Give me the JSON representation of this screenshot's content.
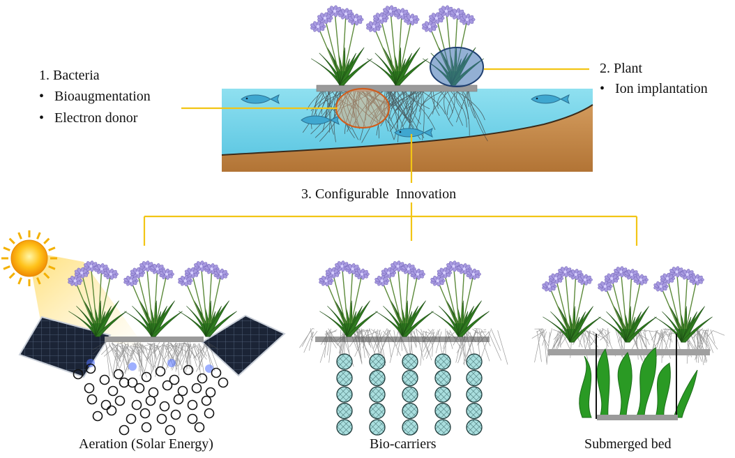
{
  "labels": {
    "bacteria": {
      "heading": "1. Bacteria",
      "items": [
        "Bioaugmentation",
        "Electron donor"
      ]
    },
    "plant": {
      "heading": "2. Plant",
      "items": [
        "Ion implantation"
      ]
    },
    "innovation": "3. Configurable  Innovation",
    "configs": [
      "Aeration (Solar Energy)",
      "Bio-carriers",
      "Submerged bed"
    ]
  },
  "colors": {
    "water": "#7fd6ea",
    "soil": "#c98d4f",
    "connector": "#f2c515",
    "bacteria_highlight": "#e07a3a",
    "plant_highlight": "#2f5fa0",
    "flower": "#a79ae0",
    "leaf": "#2f7a1f",
    "platform": "#9a9a9a",
    "biocarrier": "#9fd6d6",
    "seaweed": "#2f9a2a"
  },
  "icons": [
    "sun-icon",
    "solar-panel-icon",
    "fish-icon",
    "plant-icon",
    "bubble-icon",
    "biocarrier-icon",
    "seaweed-icon"
  ]
}
